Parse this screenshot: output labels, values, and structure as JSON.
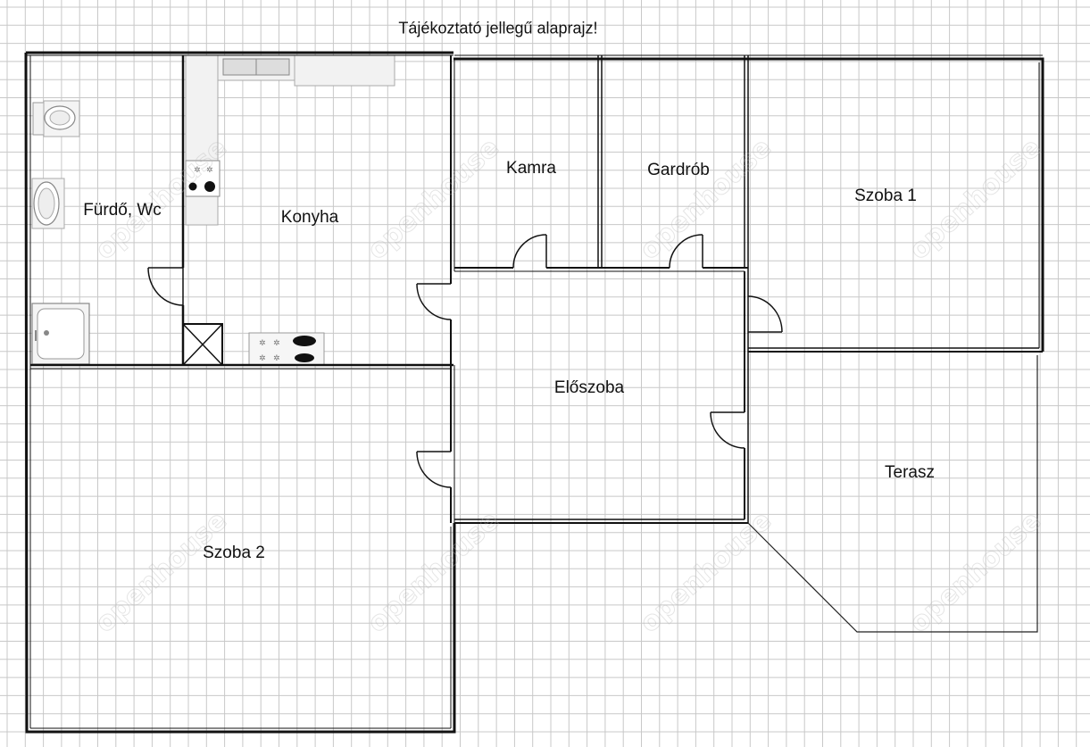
{
  "title": "Tájékoztató jellegű alaprajz!",
  "watermark": "openhouse",
  "colors": {
    "background": "#ffffff",
    "grid": "#c8c8c8",
    "wall": "#111111",
    "fixture_fill": "#eeeeee"
  },
  "rooms": [
    {
      "name": "Fürdő, Wc"
    },
    {
      "name": "Konyha"
    },
    {
      "name": "Kamra"
    },
    {
      "name": "Gardrób"
    },
    {
      "name": "Szoba 1"
    },
    {
      "name": "Előszoba"
    },
    {
      "name": "Terasz"
    },
    {
      "name": "Szoba 2"
    }
  ],
  "fixtures": [
    {
      "icon": "toilet-icon"
    },
    {
      "icon": "washbasin-icon"
    },
    {
      "icon": "bathtub-icon"
    },
    {
      "icon": "kitchen-counter-icon"
    },
    {
      "icon": "stove-icon"
    },
    {
      "icon": "cooktop-icon"
    },
    {
      "icon": "chimney-icon"
    }
  ]
}
